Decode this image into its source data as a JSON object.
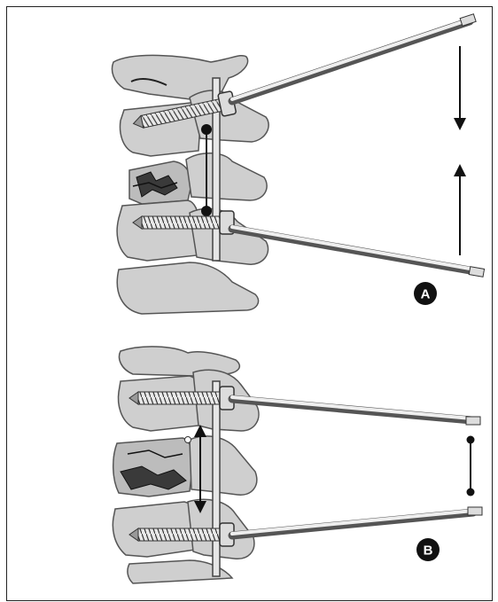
{
  "figure": {
    "panels": [
      {
        "id": "A",
        "label": "A"
      },
      {
        "id": "B",
        "label": "B"
      }
    ]
  },
  "colors": {
    "bone_fill": "#cfcfcf",
    "bone_stroke": "#555555",
    "dark_fragment": "#3a3a3a",
    "metal_light": "#e6e6e6",
    "metal_stroke": "#444444",
    "ink": "#111111"
  }
}
